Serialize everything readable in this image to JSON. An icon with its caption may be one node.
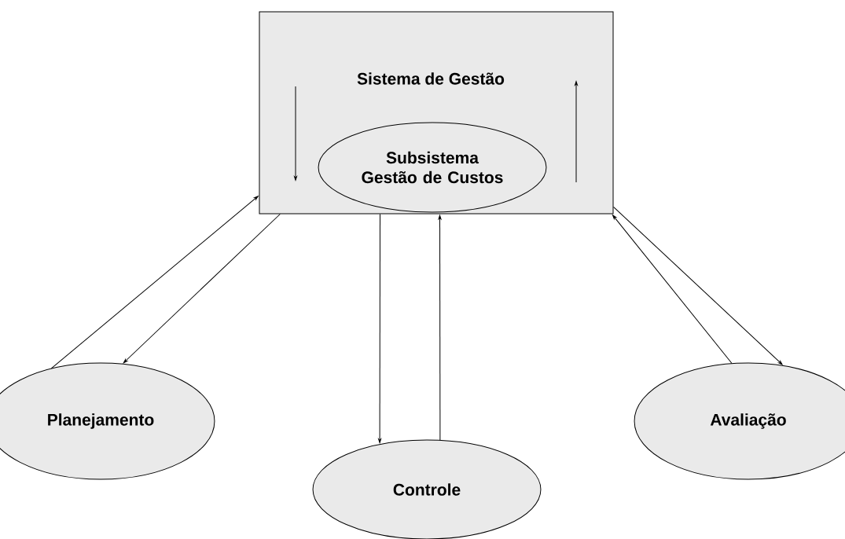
{
  "diagram": {
    "nodes": [
      {
        "text": [
          "Sistema de Gestão"
        ]
      },
      {
        "text": [
          "Subsistema Gestão de Custos"
        ],
        "in": 0
      },
      {
        "text": [
          "Planejamento"
        ]
      },
      {
        "text": [
          "Controle"
        ]
      },
      {
        "text": [
          "Avaliação"
        ]
      }
    ],
    "edges": [
      {
        "from": 2,
        "to": 0,
        "arrow": "to"
      },
      {
        "from": 0,
        "to": 2,
        "arrow": "to"
      },
      {
        "from": 0,
        "to": 3,
        "arrow": "to"
      },
      {
        "from": 3,
        "to": 0,
        "arrow": "to"
      },
      {
        "from": 4,
        "to": 0,
        "arrow": "to"
      },
      {
        "from": 0,
        "to": 4,
        "arrow": "to"
      }
    ]
  }
}
